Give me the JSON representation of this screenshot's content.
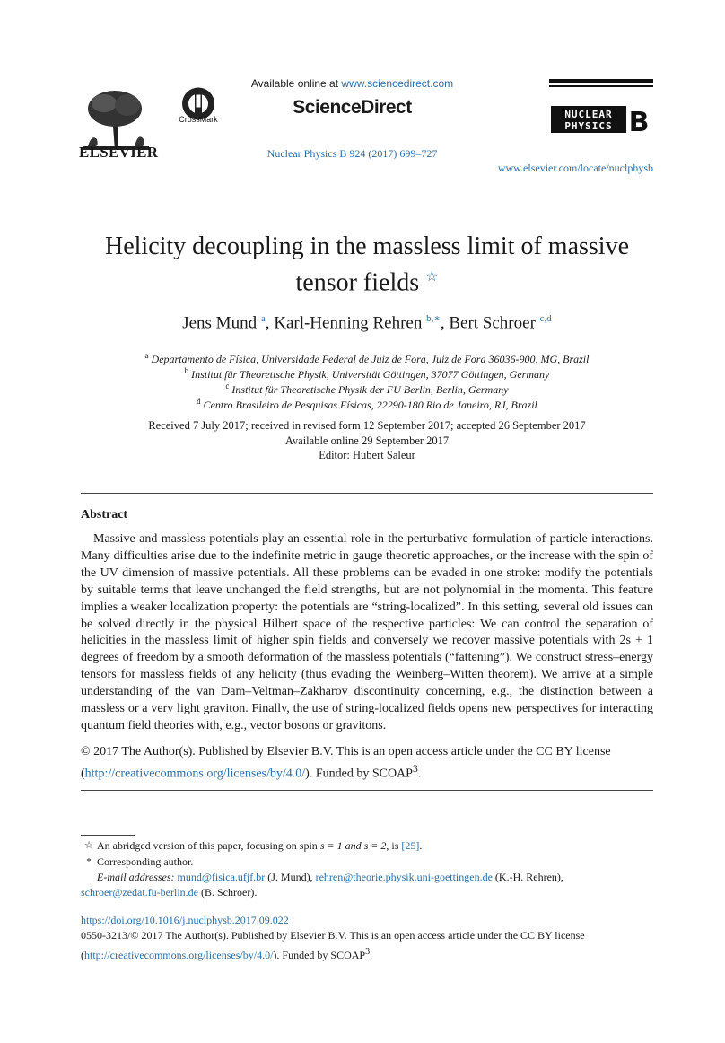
{
  "header": {
    "publisher": "ELSEVIER",
    "crossmark": "CrossMark",
    "available_prefix": "Available online at ",
    "available_link": "www.sciencedirect.com",
    "platform": "ScienceDirect",
    "journal_ref": "Nuclear Physics B 924 (2017) 699–727",
    "journal_logo_top": "NUCLEAR",
    "journal_logo_bottom": "PHYSICS",
    "journal_logo_letter": "B",
    "homepage": "www.elsevier.com/locate/nuclphysb"
  },
  "article": {
    "title_line1": "Helicity decoupling in the massless limit of massive",
    "title_line2": "tensor fields",
    "title_mark": "☆",
    "authors": [
      {
        "name": "Jens Mund",
        "sup": "a"
      },
      {
        "name": "Karl-Henning Rehren",
        "sup": "b,∗"
      },
      {
        "name": "Bert Schroer",
        "sup": "c,d"
      }
    ],
    "affiliations": [
      {
        "sup": "a",
        "text": "Departamento de Física, Universidade Federal de Juiz de Fora, Juiz de Fora 36036-900, MG, Brazil"
      },
      {
        "sup": "b",
        "text": "Institut für Theoretische Physik, Universität Göttingen, 37077 Göttingen, Germany"
      },
      {
        "sup": "c",
        "text": "Institut für Theoretische Physik der FU Berlin, Berlin, Germany"
      },
      {
        "sup": "d",
        "text": "Centro Brasileiro de Pesquisas Físicas, 22290-180 Rio de Janeiro, RJ, Brazil"
      }
    ],
    "received": "Received 7 July 2017; received in revised form 12 September 2017; accepted 26 September 2017",
    "available_online": "Available online 29 September 2017",
    "editor": "Editor: Hubert Saleur",
    "abstract_heading": "Abstract",
    "abstract_text": "Massive and massless potentials play an essential role in the perturbative formulation of particle interactions. Many difficulties arise due to the indefinite metric in gauge theoretic approaches, or the increase with the spin of the UV dimension of massive potentials. All these problems can be evaded in one stroke: modify the potentials by suitable terms that leave unchanged the field strengths, but are not polynomial in the momenta. This feature implies a weaker localization property: the potentials are “string-localized”. In this setting, several old issues can be solved directly in the physical Hilbert space of the respective particles: We can control the separation of helicities in the massless limit of higher spin fields and conversely we recover massive potentials with 2s + 1 degrees of freedom by a smooth deformation of the massless potentials (“fattening”). We construct stress–energy tensors for massless fields of any helicity (thus evading the Weinberg–Witten theorem). We arrive at a simple understanding of the van Dam–Veltman–Zakharov discontinuity concerning, e.g., the distinction between a massless or a very light graviton. Finally, the use of string-localized fields opens new perspectives for interacting quantum field theories with, e.g., vector bosons or gravitons.",
    "copyright_line1": "© 2017 The Author(s). Published by Elsevier B.V. This is an open access article under the CC BY license",
    "copyright_open": "(",
    "copyright_link": "http://creativecommons.org/licenses/by/4.0/",
    "copyright_close": "). Funded by SCOAP",
    "scoap_sup": "3",
    "period": "."
  },
  "footnotes": {
    "star_mark": "☆",
    "star_text_a": "An abridged version of this paper, focusing on spin ",
    "star_math": "s = 1 and s = 2",
    "star_text_b": ", is ",
    "star_ref": "[25]",
    "star_end": ".",
    "corr_mark": "*",
    "corr_text": "Corresponding author.",
    "email_label": "E-mail addresses:",
    "email1": "mund@fisica.ufjf.br",
    "email1_name": " (J. Mund), ",
    "email2": "rehren@theorie.physik.uni-goettingen.de",
    "email2_name": " (K.-H. Rehren),",
    "email3": "schroer@zedat.fu-berlin.de",
    "email3_name": " (B. Schroer)."
  },
  "bottom": {
    "doi": "https://doi.org/10.1016/j.nuclphysb.2017.09.022",
    "issn_line": "0550-3213/© 2017 The Author(s). Published by Elsevier B.V. This is an open access article under the CC BY license",
    "license_open": "(",
    "license_link": "http://creativecommons.org/licenses/by/4.0/",
    "license_close": "). Funded by SCOAP",
    "scoap_sup": "3",
    "period": "."
  }
}
